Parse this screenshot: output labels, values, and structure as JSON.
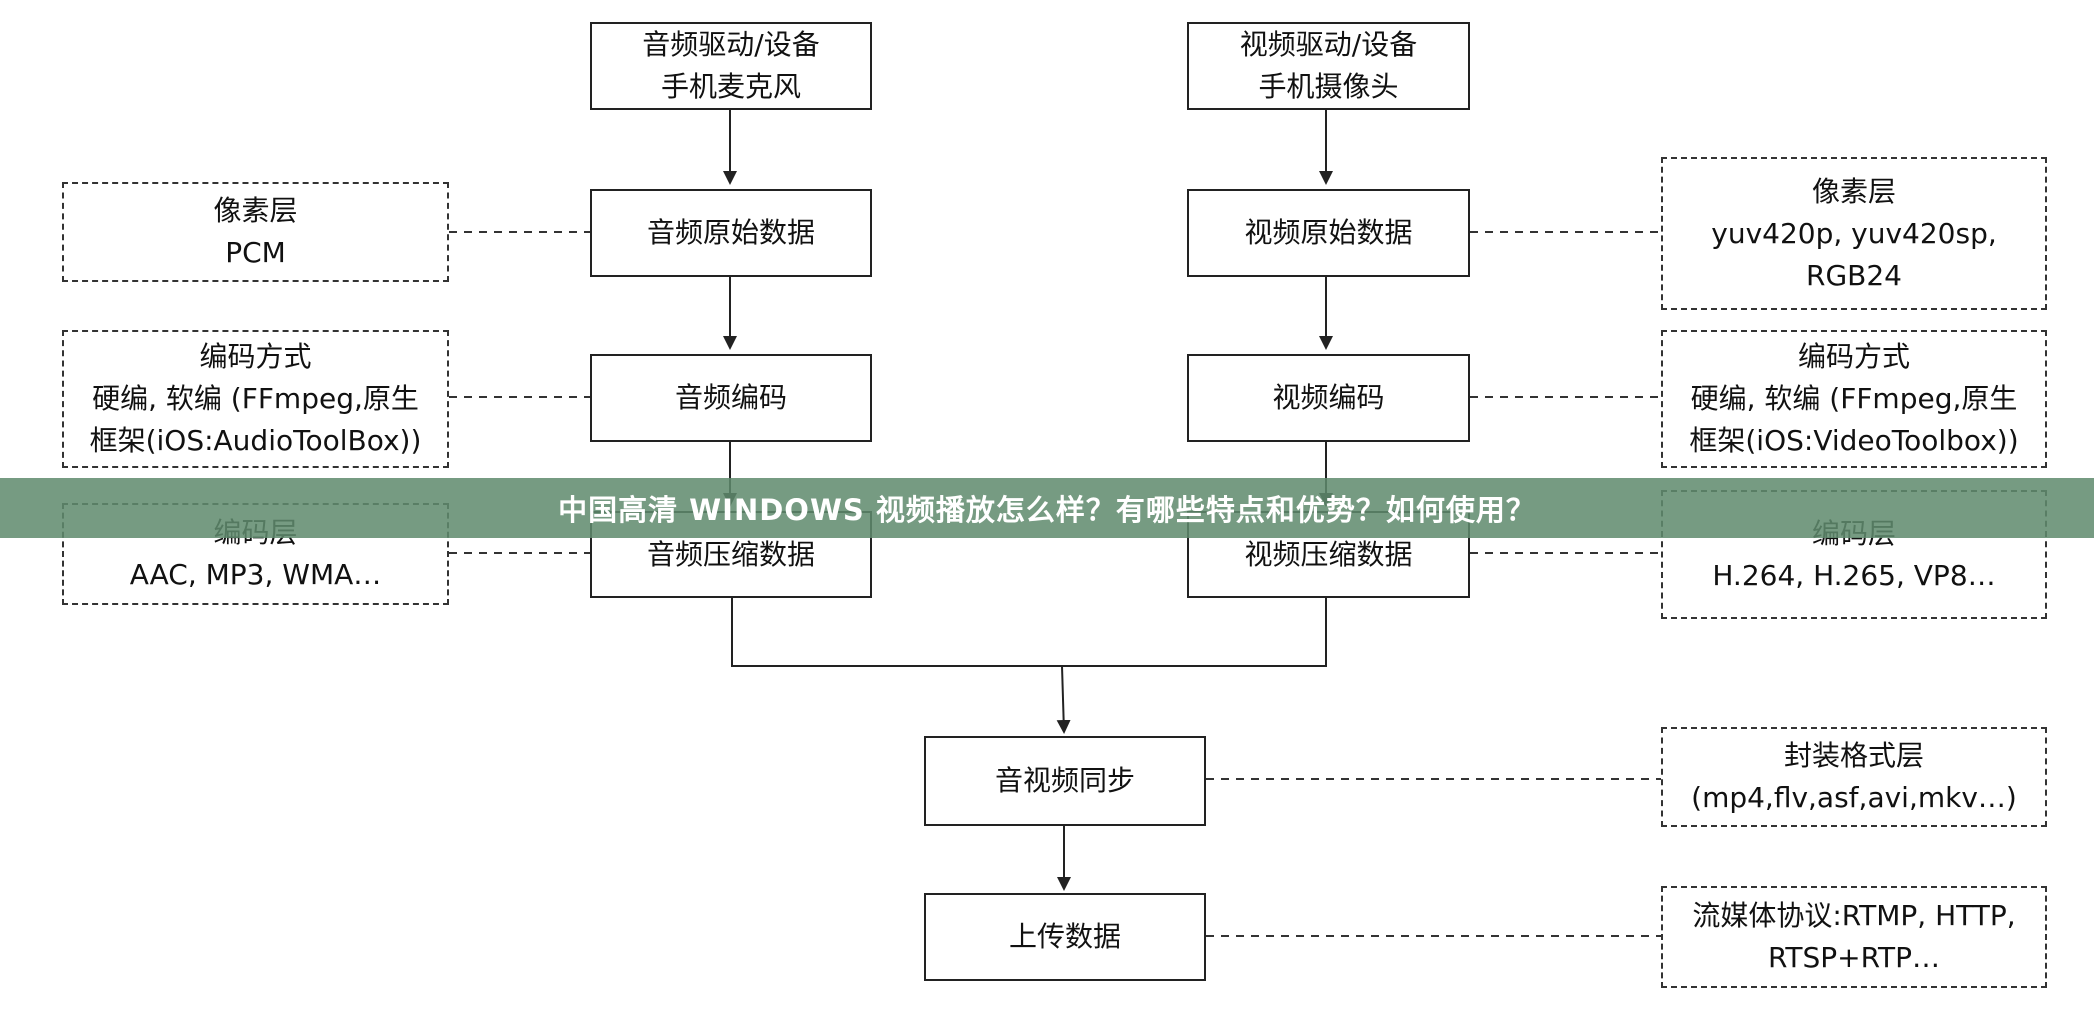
{
  "banner": {
    "title": "中国高清 WINDOWS 视频播放怎么样？有哪些特点和优势？如何使用？"
  },
  "audio": {
    "device_line1": "音频驱动/设备",
    "device_line2": "手机麦克风",
    "raw": "音频原始数据",
    "encode": "音频编码",
    "compressed": "音频压缩数据"
  },
  "video": {
    "device_line1": "视频驱动/设备",
    "device_line2": "手机摄像头",
    "raw": "视频原始数据",
    "encode": "视频编码",
    "compressed": "视频压缩数据"
  },
  "sync": "音视频同步",
  "upload": "上传数据",
  "notes": {
    "audio_pixel": {
      "line1": "像素层",
      "line2": "PCM"
    },
    "audio_encoding": {
      "line1": "编码方式",
      "line2": "硬编, 软编 (FFmpeg,原生",
      "line3": "框架(iOS:AudioToolBox))"
    },
    "audio_codec": {
      "line1": "编码层",
      "line2": "AAC, MP3, WMA…"
    },
    "video_pixel": {
      "line1": "像素层",
      "line2": "yuv420p, yuv420sp,",
      "line3": "RGB24"
    },
    "video_encoding": {
      "line1": "编码方式",
      "line2": "硬编, 软编 (FFmpeg,原生",
      "line3": "框架(iOS:VideoToolbox))"
    },
    "video_codec": {
      "line1": "编码层",
      "line2": "H.264, H.265, VP8…"
    },
    "container": {
      "line1": "封装格式层",
      "line2": "(mp4,flv,asf,avi,mkv…)"
    },
    "protocol": {
      "line1": "流媒体协议:RTMP, HTTP,",
      "line2": "RTSP+RTP…"
    }
  }
}
